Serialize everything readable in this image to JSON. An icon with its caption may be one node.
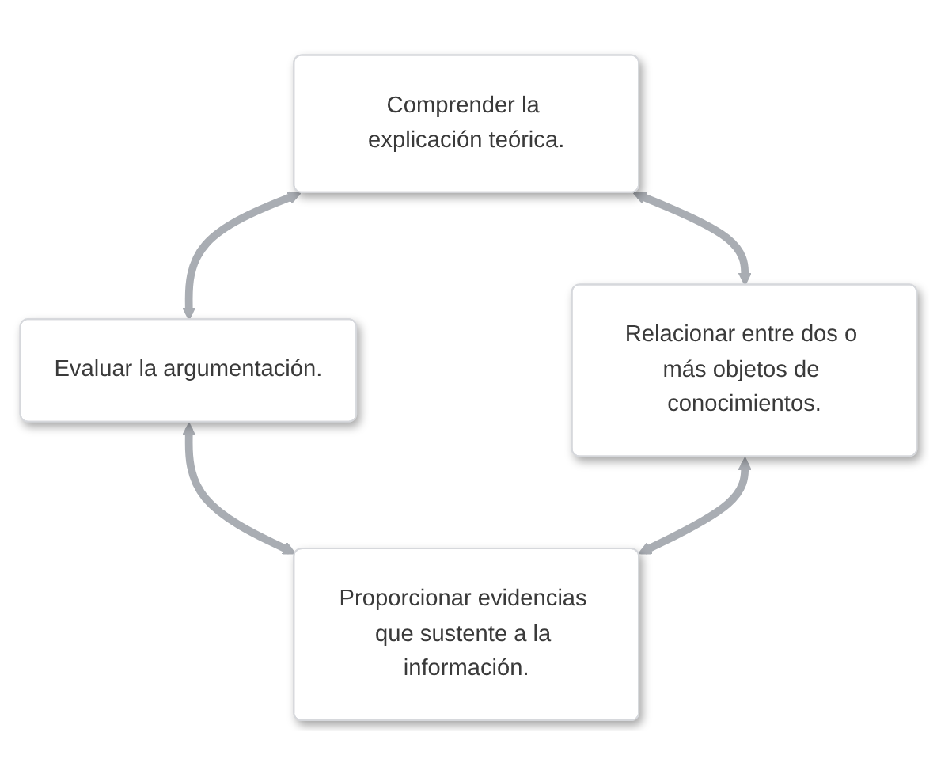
{
  "diagram": {
    "nodes": [
      {
        "text": [
          "Comprender la explicación teórica."
        ]
      },
      {
        "text": [
          "Evaluar la argumentación."
        ]
      },
      {
        "text": [
          "Relacionar entre dos o más objetos de conocimientos."
        ]
      },
      {
        "text": [
          "Proporcionar evidencias que sustente a la información."
        ]
      }
    ],
    "edges": [
      {
        "from": 0,
        "to": 1,
        "arrow": "both"
      },
      {
        "from": 0,
        "to": 2,
        "arrow": "both"
      },
      {
        "from": 1,
        "to": 3,
        "arrow": "both"
      },
      {
        "from": 2,
        "to": 3,
        "arrow": "both"
      }
    ]
  }
}
